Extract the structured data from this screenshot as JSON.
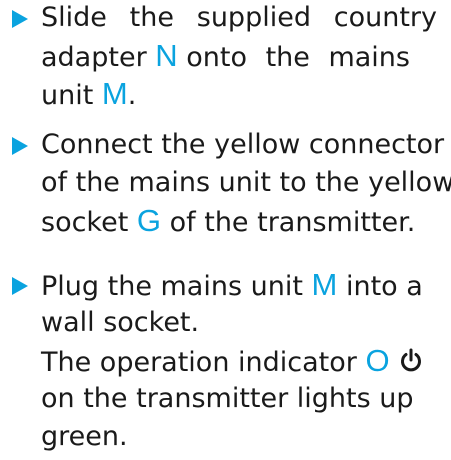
{
  "steps": [
    {
      "lines": [
        [
          "Slide",
          "the",
          "supplied",
          "country"
        ],
        [
          "adapter"
        ],
        [
          "unit"
        ]
      ],
      "adapter_ref": "N",
      "adapter_after": "onto the mains",
      "unit_ref": "M",
      "unit_after": "."
    },
    {
      "line1": "Connect the yellow connector",
      "line2": "of the mains unit to the yellow",
      "line3_before": "socket",
      "line3_ref": "G",
      "line3_after": "of the transmitter."
    },
    {
      "line1_before": "Plug the mains unit",
      "line1_ref": "M",
      "line1_after": "into a",
      "line2": "wall socket.",
      "line3_before": "The operation indicator",
      "line3_ref": "O",
      "line4": "on the transmitter lights up",
      "line5": "green"
    }
  ],
  "power_icon": "power-icon",
  "colors": {
    "accent": "#0aa3df",
    "text": "#1a1a1a"
  }
}
